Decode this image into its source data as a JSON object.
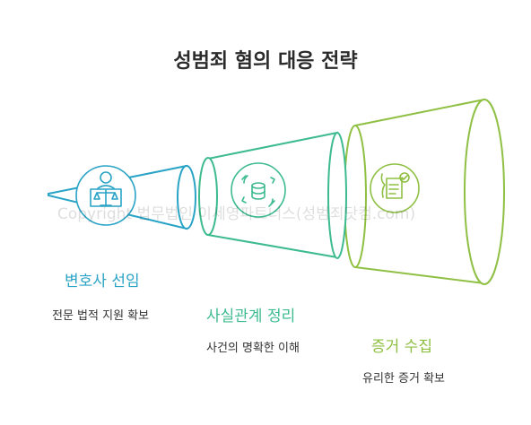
{
  "title": "성범죄 혐의 대응 전략",
  "watermark": "Copyright 법무법인 이세영파트너스(성범죄닷컴.com)",
  "stages": [
    {
      "title": "변호사 선임",
      "description": "전문 법적 지원 확보",
      "icon": "lawyer-scales-icon",
      "color": "#29a3c6"
    },
    {
      "title": "사실관계 정리",
      "description": "사건의 명확한 이해",
      "icon": "database-sync-icon",
      "color": "#3dbb8f"
    },
    {
      "title": "증거 수집",
      "description": "유리한 증거 확보",
      "icon": "evidence-document-icon",
      "color": "#8fc043"
    }
  ]
}
